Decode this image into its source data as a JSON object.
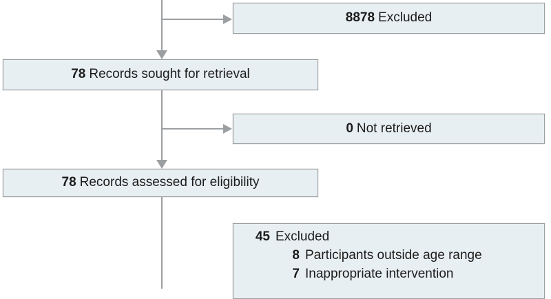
{
  "diagram": {
    "type": "prisma-flow-diagram",
    "colors": {
      "box_fill": "#e8eff2",
      "box_border": "#9b9fa1",
      "connector": "#9b9fa1",
      "text": "#1b1b1b",
      "background": "#ffffff"
    },
    "boxes": {
      "excluded_screening": {
        "count": "8878",
        "label": "Excluded"
      },
      "records_sought": {
        "count": "78",
        "label": "Records sought for retrieval"
      },
      "not_retrieved": {
        "count": "0",
        "label": "Not retrieved"
      },
      "records_assessed": {
        "count": "78",
        "label": "Records assessed for eligibility"
      },
      "excluded_eligibility": {
        "count": "45",
        "label": "Excluded",
        "reasons": [
          {
            "count": "8",
            "label": "Participants outside age range"
          },
          {
            "count": "7",
            "label": "Inappropriate intervention"
          }
        ]
      }
    },
    "connectors": {
      "trunk_1": "vertical-line",
      "trunk_2": "vertical-line",
      "trunk_3": "vertical-line",
      "arrow_to_sought": "arrow-down-icon",
      "arrow_to_assessed": "arrow-down-icon",
      "branch_1": "horizontal-line",
      "branch_2": "horizontal-line",
      "arrow_branch_1": "arrow-right-icon",
      "arrow_branch_2": "arrow-right-icon"
    }
  }
}
